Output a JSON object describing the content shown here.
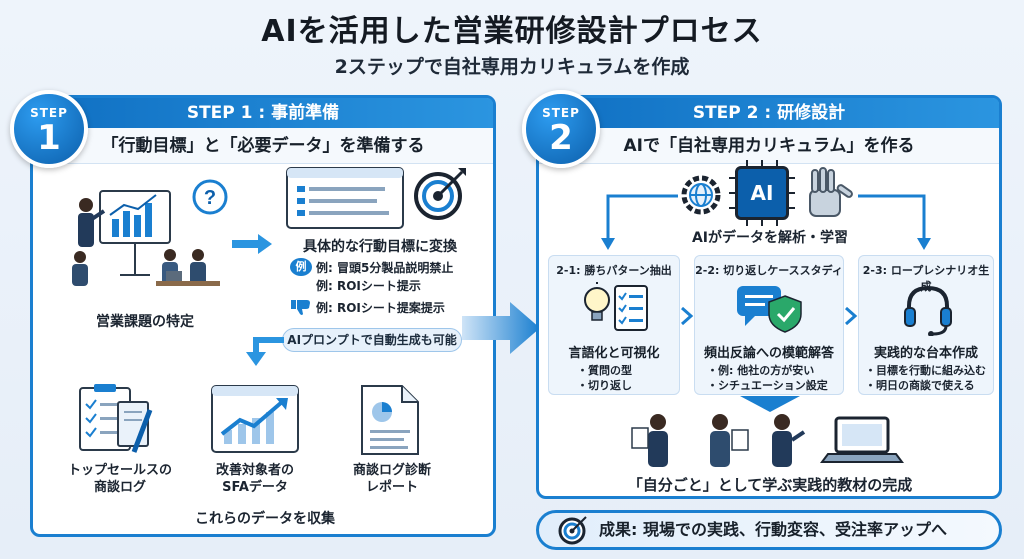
{
  "header": {
    "title": "AIを活用した営業研修設計プロセス",
    "subtitle": "2ステップで自社専用カリキュラムを作成"
  },
  "step1": {
    "badge_label": "STEP",
    "badge_number": "1",
    "header": "STEP 1 : 事前準備",
    "subheader": "「行動目標」と「必要データ」を準備する",
    "issue_label": "営業課題の特定",
    "convert_label": "具体的な行動目標に変換",
    "example_tag": "例",
    "examples": [
      "例: 冒頭5分製品説明禁止",
      "例: ROIシート提示",
      "例: ROIシート提案提示"
    ],
    "ai_note": "AIプロンプトで自動生成も可能",
    "sources": [
      {
        "label1": "トップセールスの",
        "label2": "商談ログ"
      },
      {
        "label1": "改善対象者の",
        "label2": "SFAデータ"
      },
      {
        "label1": "商談ログ診断",
        "label2": "レポート"
      }
    ],
    "collect_label": "これらのデータを収集"
  },
  "step2": {
    "badge_label": "STEP",
    "badge_number": "2",
    "header": "STEP 2 : 研修設計",
    "subheader": "AIで「自社専用カリキュラム」を作る",
    "ai_chip_label": "AI",
    "analyze_label": "AIがデータを解析・学習",
    "subs": [
      {
        "title": "2-1: 勝ちパターン抽出",
        "main": "言語化と可視化",
        "bullets": [
          "・質問の型",
          "・切り返し"
        ]
      },
      {
        "title": "2-2: 切り返しケーススタディ",
        "main": "頻出反論への模範解答",
        "bullets": [
          "・例: 他社の方が安い",
          "・シチュエーション設定"
        ]
      },
      {
        "title": "2-3: ロープレシナリオ生成",
        "main": "実践的な台本作成",
        "bullets": [
          "・目標を行動に組み込む",
          "・明日の商談で使える"
        ]
      }
    ],
    "complete_label": "「自分ごと」として学ぶ実践的教材の完成"
  },
  "result": {
    "text": "成果: 現場での実践、行動変容、受注率アップへ"
  },
  "colors": {
    "primary": "#1a7fd0",
    "primary_dark": "#0c5fab",
    "accent_light": "#e7f1fb",
    "check_green": "#2aa86a"
  }
}
